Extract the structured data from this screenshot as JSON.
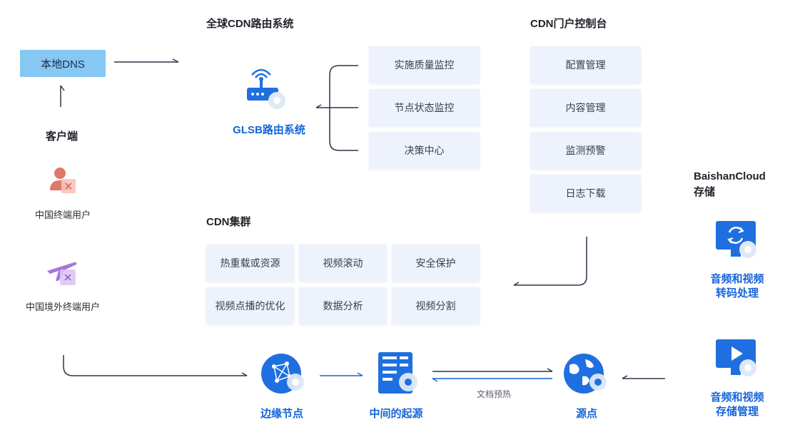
{
  "client": {
    "local_dns": "本地DNS",
    "title": "客户端",
    "user_china": "中国终端用户",
    "user_overseas": "中国境外终端用户"
  },
  "glsb": {
    "title": "全球CDN路由系统",
    "label": "GLSB路由系统",
    "items": [
      "实施质量监控",
      "节点状态监控",
      "决策中心"
    ]
  },
  "portal": {
    "title": "CDN门户控制台",
    "items": [
      "配置管理",
      "内容管理",
      "监测预警",
      "日志下载"
    ]
  },
  "cluster": {
    "title": "CDN集群",
    "items": [
      "热重载或资源",
      "视频滚动",
      "安全保护",
      "视频点播的优化",
      "数据分析",
      "视频分割"
    ]
  },
  "storage": {
    "title_line1": "BaishanCloud",
    "title_line2": "存储",
    "transcode_line1": "音频和视频",
    "transcode_line2": "转码处理",
    "store_line1": "音频和视频",
    "store_line2": "存储管理"
  },
  "flow": {
    "edge": "边缘节点",
    "middle": "中间的起源",
    "origin": "源点",
    "prefetch": "文档预热"
  },
  "colors": {
    "accent": "#1565d8",
    "box_bg": "#edf2fc",
    "dns_bg": "#86c7f3",
    "line": "#2b3445"
  }
}
